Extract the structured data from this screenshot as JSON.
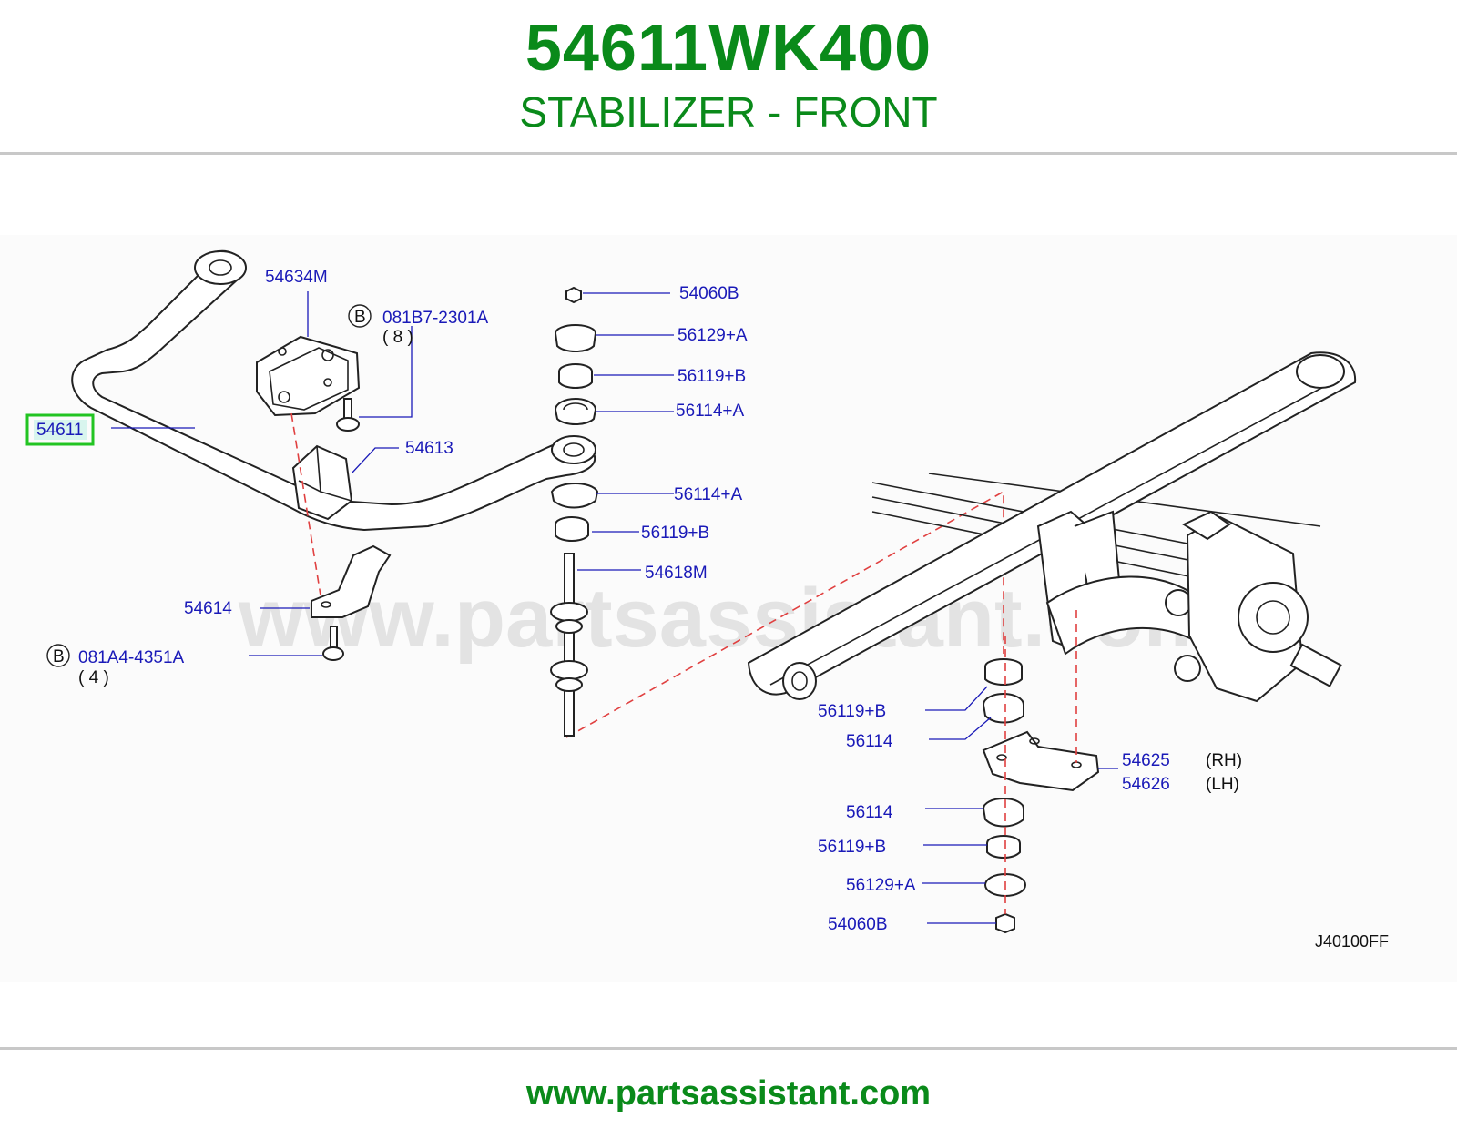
{
  "header": {
    "part_number": "54611WK400",
    "title": "STABILIZER - FRONT"
  },
  "watermark": "www.partsassistant.com",
  "diagram_code": "J40100FF",
  "highlight_color": "#22c422",
  "callouts": {
    "c54611": "54611",
    "c54634m": "54634M",
    "c081b7": "081B7-2301A",
    "c081b7_qty": "( 8 )",
    "c54613": "54613",
    "c54614": "54614",
    "c081a4": "081A4-4351A",
    "c081a4_qty": "( 4 )",
    "c54060b_top": "54060B",
    "c56129a_top": "56129+A",
    "c56119b_1": "56119+B",
    "c56114a_1": "56114+A",
    "c56114a_2": "56114+A",
    "c56119b_2": "56119+B",
    "c54618m": "54618M",
    "c56119b_3": "56119+B",
    "c56114_1": "56114",
    "c54625": "54625",
    "c54625_side": "(RH)",
    "c54626": "54626",
    "c54626_side": "(LH)",
    "c56114_2": "56114",
    "c56119b_4": "56119+B",
    "c56129a_bottom": "56129+A",
    "c54060b_bottom": "54060B",
    "bolt_marker": "B"
  },
  "footer": {
    "url": "www.partsassistant.com"
  }
}
